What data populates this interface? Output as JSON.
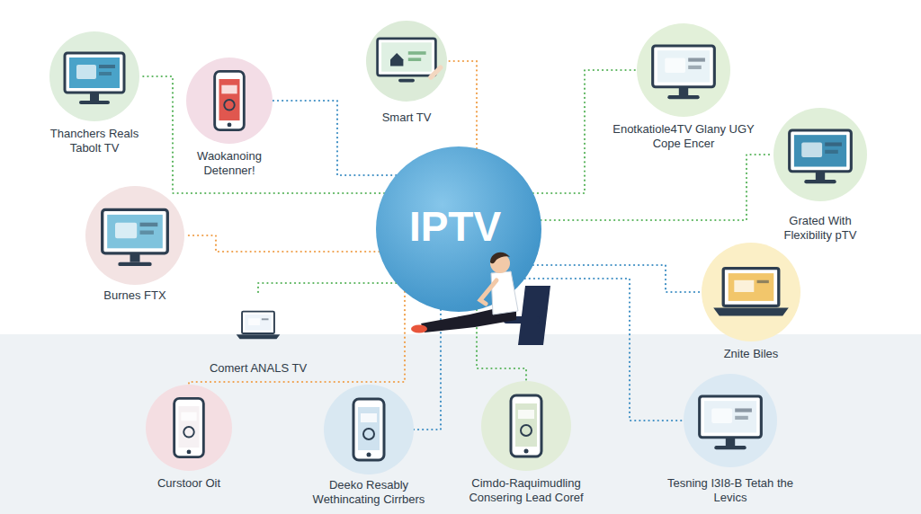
{
  "diagram": {
    "nodes": [
      {
        "text": [
          "IPTV"
        ]
      },
      {
        "text": [
          "Thanchers Reals Tabolt TV"
        ]
      },
      {
        "text": [
          "Waokanoing Detenner!"
        ]
      },
      {
        "text": [
          "Smart TV"
        ]
      },
      {
        "text": [
          "Enotkatiole4TV Glany UGY Cope Encer"
        ]
      },
      {
        "text": [
          "Grated With Flexibility pTV"
        ]
      },
      {
        "text": [
          "Burnes FTX"
        ]
      },
      {
        "text": [
          "Comert ANALS TV"
        ]
      },
      {
        "text": [
          "Znite Biles"
        ]
      },
      {
        "text": [
          "Curstoor Oit"
        ]
      },
      {
        "text": [
          "Deeko Resably Wethincating Cirrbers"
        ]
      },
      {
        "text": [
          "Cimdo-Raquimudling Consering Lead Coref"
        ]
      },
      {
        "text": [
          "Tesning I3I8-B Tetah the Levics"
        ]
      }
    ],
    "edges": [
      {
        "from": 0,
        "to": 1,
        "arrow": "none"
      },
      {
        "from": 0,
        "to": 2,
        "arrow": "none"
      },
      {
        "from": 0,
        "to": 3,
        "arrow": "none"
      },
      {
        "from": 0,
        "to": 4,
        "arrow": "none"
      },
      {
        "from": 0,
        "to": 5,
        "arrow": "none"
      },
      {
        "from": 0,
        "to": 6,
        "arrow": "none"
      },
      {
        "from": 0,
        "to": 7,
        "arrow": "none"
      },
      {
        "from": 0,
        "to": 8,
        "arrow": "none"
      },
      {
        "from": 0,
        "to": 9,
        "arrow": "none"
      },
      {
        "from": 0,
        "to": 10,
        "arrow": "none"
      },
      {
        "from": 0,
        "to": 11,
        "arrow": "none"
      },
      {
        "from": 0,
        "to": 12,
        "arrow": "none"
      }
    ]
  }
}
